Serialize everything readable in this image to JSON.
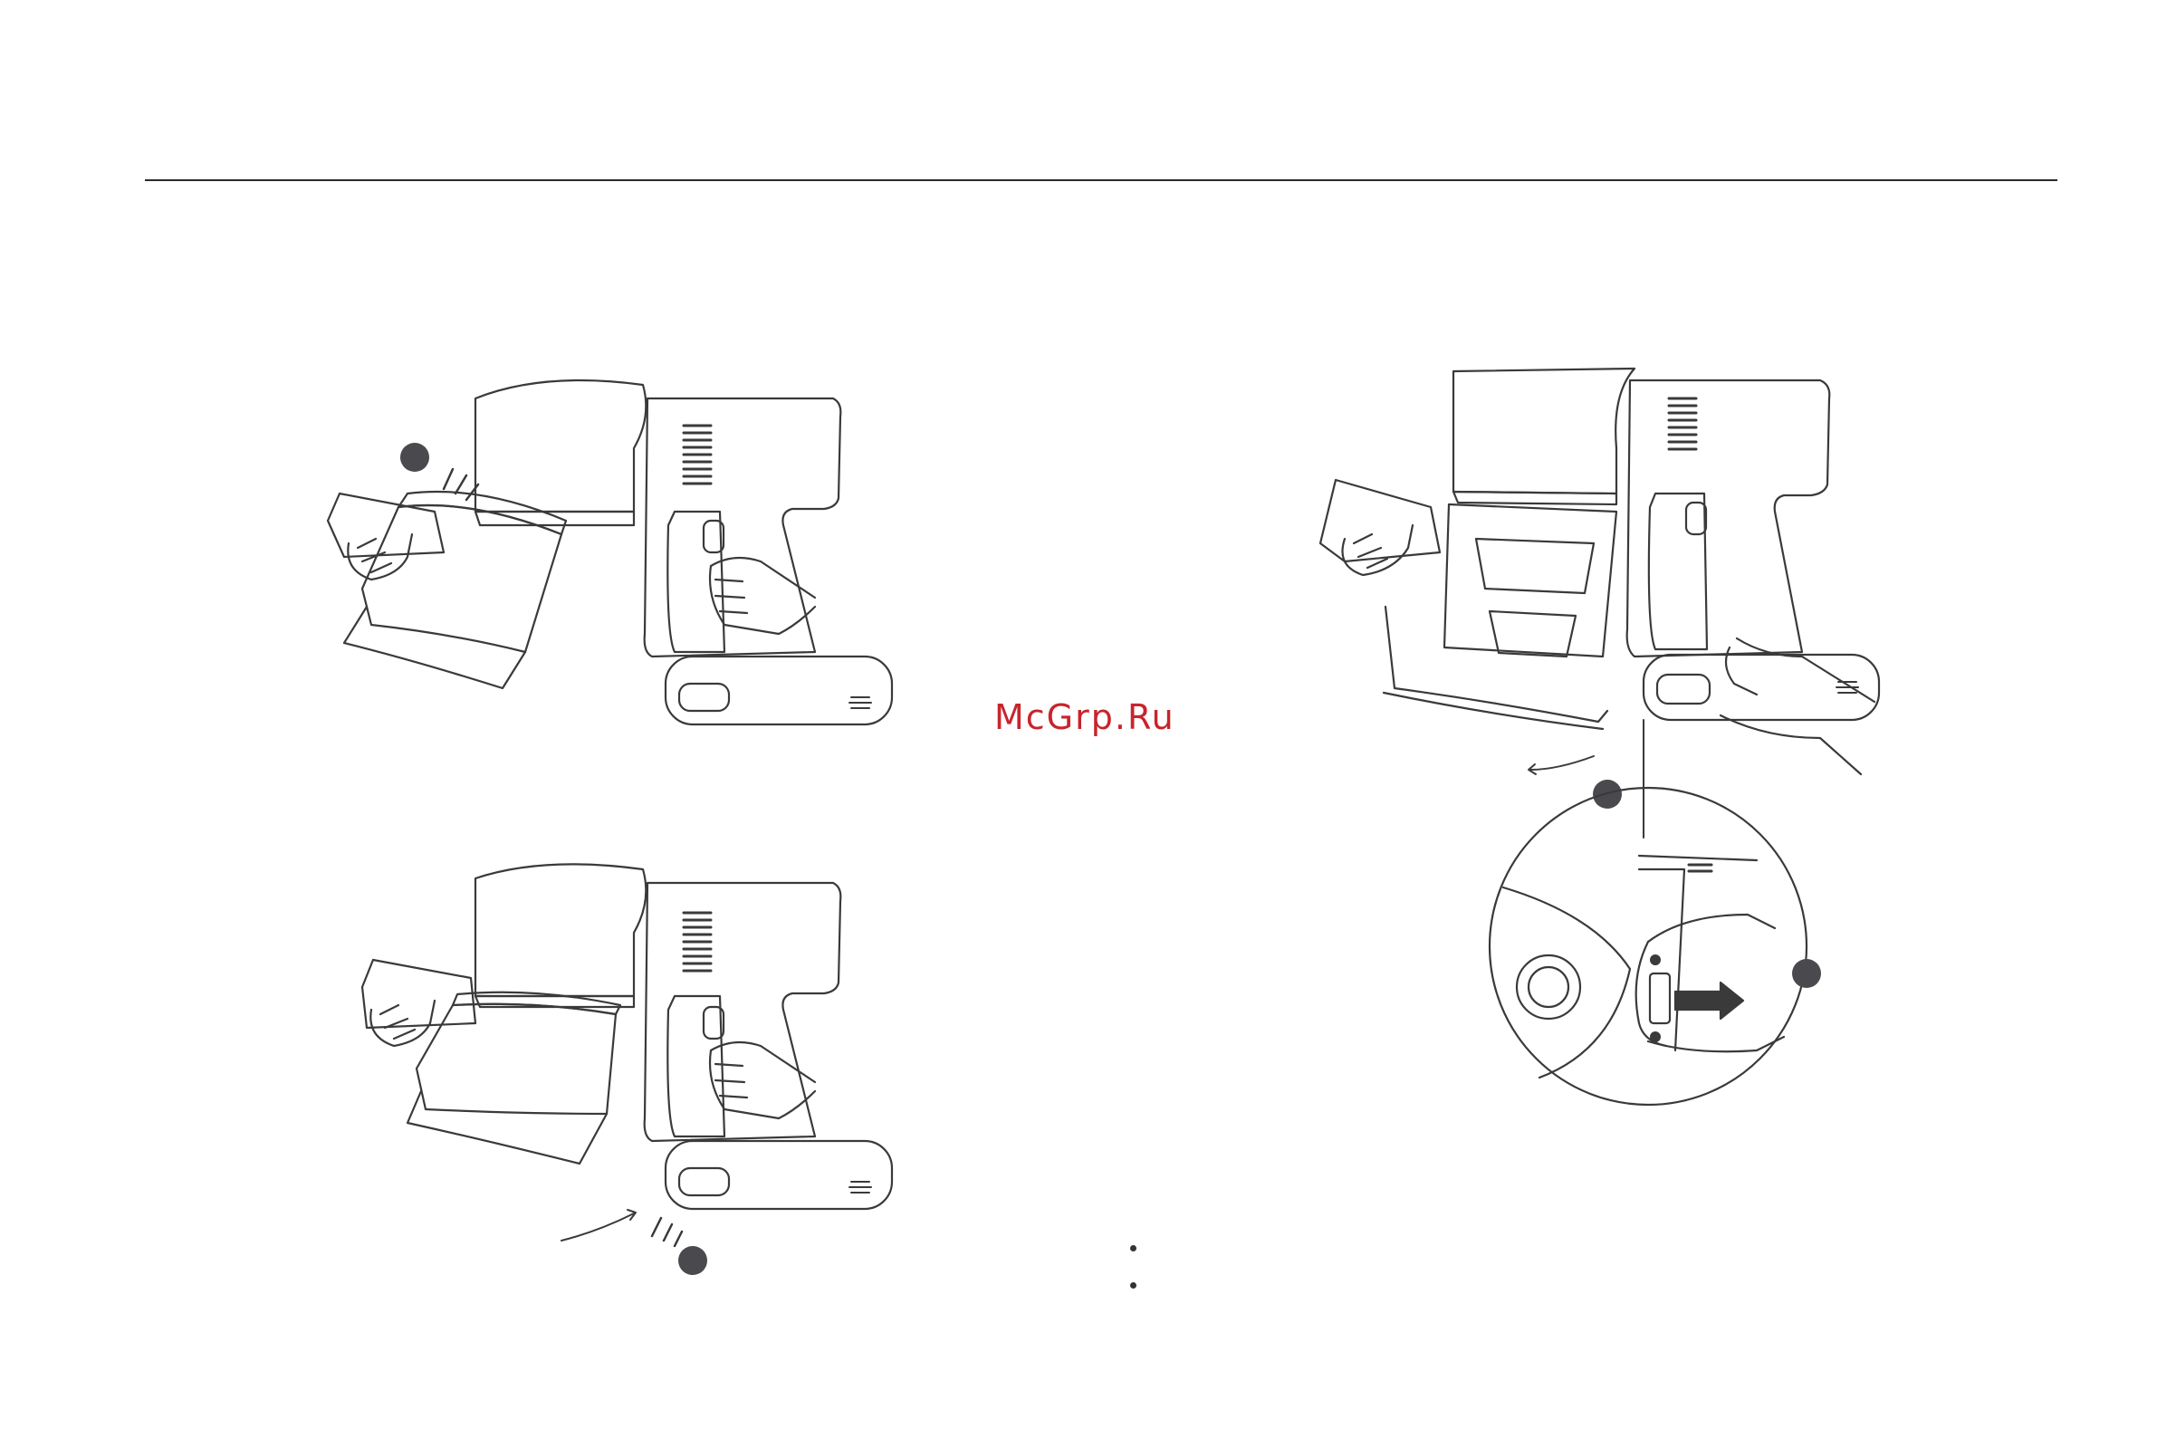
{
  "watermark": "McGrp.Ru",
  "colors": {
    "line": "#3a3a3a",
    "step_marker": "#4a4a4e",
    "watermark": "#c8242c"
  },
  "figures": [
    {
      "name": "remove-dust-cup-step",
      "icon": "vacuum-handheld-icon"
    },
    {
      "name": "reattach-dust-cup-step",
      "icon": "vacuum-handheld-icon"
    },
    {
      "name": "release-filter-step",
      "icon": "vacuum-handheld-icon"
    },
    {
      "name": "latch-detail-magnifier",
      "icon": "magnifier-detail-icon"
    }
  ],
  "bullets": [
    "",
    ""
  ]
}
